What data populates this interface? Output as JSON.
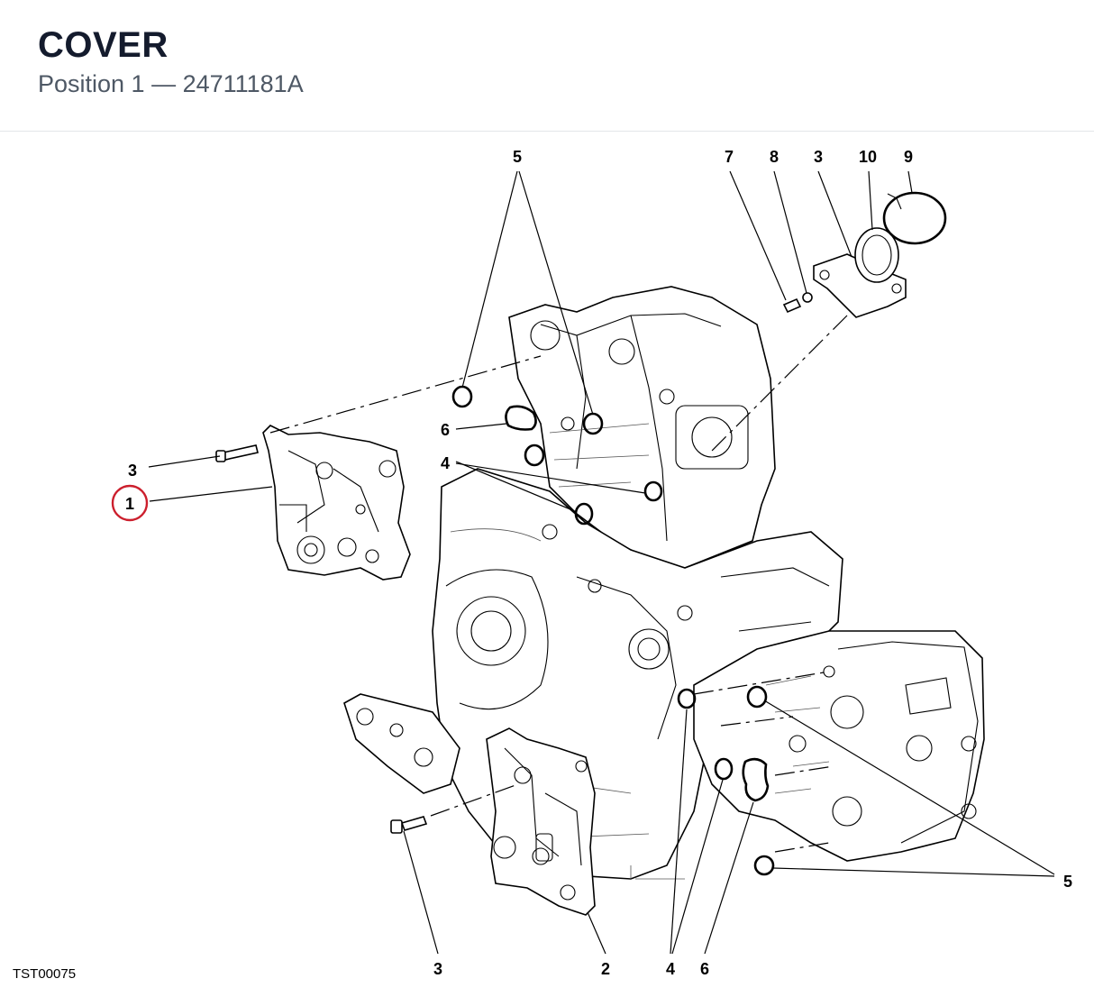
{
  "header": {
    "title": "COVER",
    "subtitle": "Position 1 — 24711181A"
  },
  "diagram": {
    "sheet_code": "TST00075",
    "highlight_color": "#cc1f2d",
    "callouts": {
      "top_5": "5",
      "top_7": "7",
      "top_8": "8",
      "top_3": "3",
      "top_10": "10",
      "top_9": "9",
      "left_3": "3",
      "left_1": "1",
      "mid_6": "6",
      "mid_4": "4",
      "right_5": "5",
      "bottom_3": "3",
      "bottom_2": "2",
      "bottom_4": "4",
      "bottom_6": "6"
    }
  }
}
